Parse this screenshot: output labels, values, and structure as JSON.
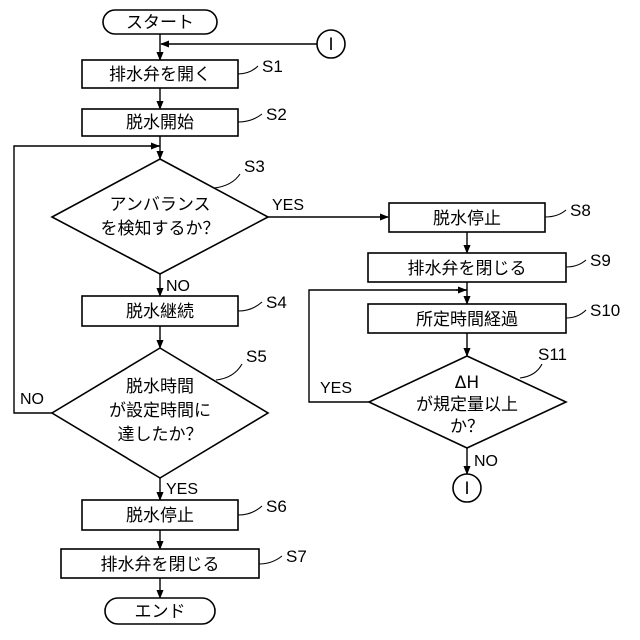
{
  "nodes": {
    "start": "スタート",
    "end": "エンド",
    "s1": "排水弁を開く",
    "s2": "脱水開始",
    "s3_line1": "アンバランス",
    "s3_line2": "を検知するか？",
    "s4": "脱水継続",
    "s5_line1": "脱水時間",
    "s5_line2": "が設定時間に",
    "s5_line3": "達したか？",
    "s6": "脱水停止",
    "s7": "排水弁を閉じる",
    "s8": "脱水停止",
    "s9": "排水弁を閉じる",
    "s10": "所定時間経過",
    "s11_line1": "ΔH",
    "s11_line2": "が規定量以上",
    "s11_line3": "か？",
    "connector_top": "I",
    "connector_bottom": "I"
  },
  "step_labels": {
    "s1": "S1",
    "s2": "S2",
    "s3": "S3",
    "s4": "S4",
    "s5": "S5",
    "s6": "S6",
    "s7": "S7",
    "s8": "S8",
    "s9": "S9",
    "s10": "S10",
    "s11": "S11"
  },
  "branch_labels": {
    "s3_yes": "YES",
    "s3_no": "NO",
    "s5_yes": "YES",
    "s5_no": "NO",
    "s11_yes": "YES",
    "s11_no": "NO"
  }
}
